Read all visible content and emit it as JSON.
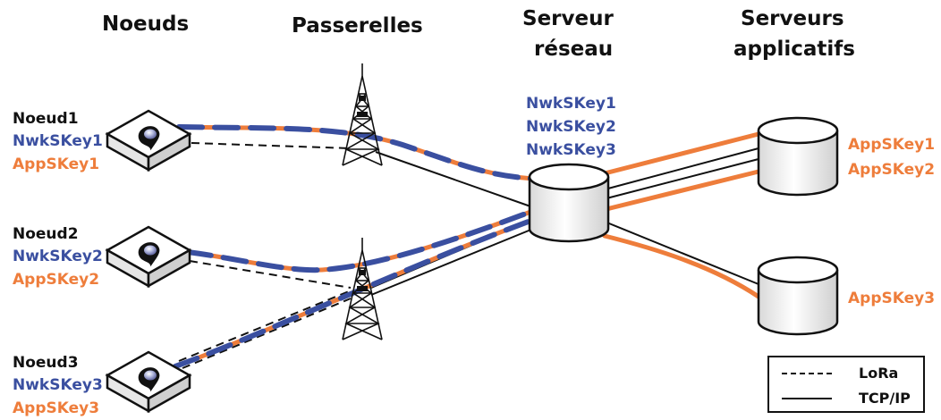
{
  "headers": {
    "nodes": "Noeuds",
    "gateways": "Passerelles",
    "network_server_line1": "Serveur",
    "network_server_line2": "réseau",
    "app_servers_line1": "Serveurs",
    "app_servers_line2": "applicatifs"
  },
  "nodes": [
    {
      "name": "Noeud1",
      "nwk_key": "NwkSKey1",
      "app_key": "AppSKey1"
    },
    {
      "name": "Noeud2",
      "nwk_key": "NwkSKey2",
      "app_key": "AppSKey2"
    },
    {
      "name": "Noeud3",
      "nwk_key": "NwkSKey3",
      "app_key": "AppSKey3"
    }
  ],
  "network_server_keys": [
    "NwkSKey1",
    "NwkSKey2",
    "NwkSKey3"
  ],
  "app_server_keys": {
    "server1": [
      "AppSKey1",
      "AppSKey2"
    ],
    "server2": [
      "AppSKey3"
    ]
  },
  "legend": {
    "lora": "LoRa",
    "tcpip": "TCP/IP"
  },
  "colors": {
    "network_key_blue": "#3a4fa0",
    "app_key_orange": "#ee7d3b",
    "line_black": "#111111"
  }
}
